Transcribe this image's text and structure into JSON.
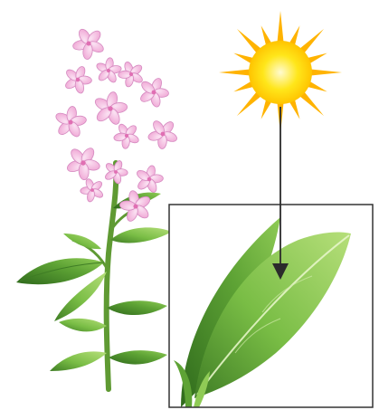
{
  "figure": {
    "subject": "plant-with-pink-flowers",
    "light_source": "sun-icon",
    "inset": "leaf-magnified-view",
    "arrow_direction": "sun-to-leaf"
  },
  "colors": {
    "background": "#ffffff",
    "sun_core": "#fff7a0",
    "sun_mid": "#ffd800",
    "sun_ray": "#ffb300",
    "petal": "#f4c3e4",
    "petal_edge": "#d58ac0",
    "petal_center": "#e06fb3",
    "leaf_light": "#a9d86a",
    "leaf_mid": "#6cb33f",
    "leaf_dark": "#3f7d25",
    "stem": "#5f9a33",
    "inset_border": "#333333",
    "arrow": "#2b2b2b"
  }
}
